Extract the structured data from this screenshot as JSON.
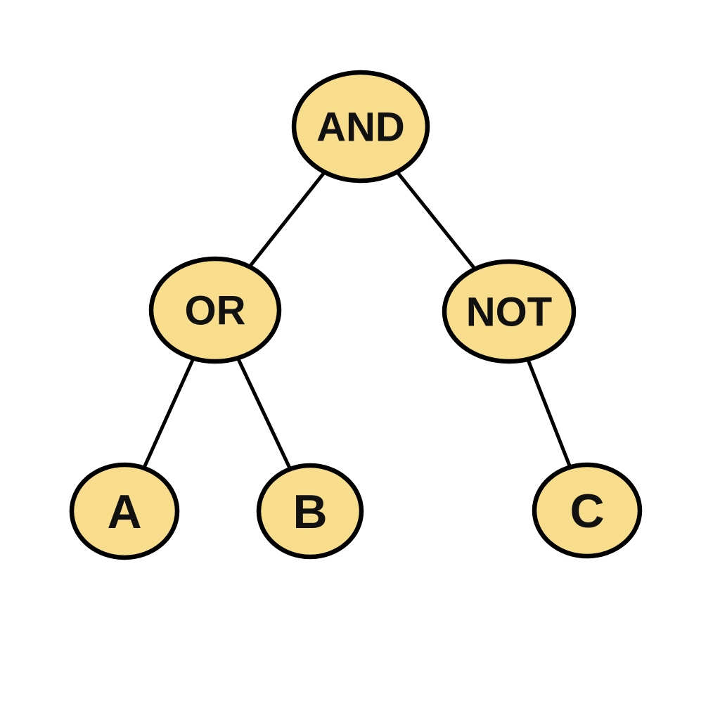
{
  "diagram": {
    "title": "logic-gate-expression-tree",
    "colors": {
      "node_fill": "#F8DE8C",
      "node_stroke": "#000000",
      "edge": "#000000",
      "background": "#ffffff",
      "label": "#111111"
    },
    "nodes": {
      "and": {
        "label": "AND",
        "type": "gate"
      },
      "or": {
        "label": "OR",
        "type": "gate"
      },
      "not": {
        "label": "NOT",
        "type": "gate"
      },
      "a": {
        "label": "A",
        "type": "leaf"
      },
      "b": {
        "label": "B",
        "type": "leaf"
      },
      "c": {
        "label": "C",
        "type": "leaf"
      }
    },
    "edges": [
      {
        "from": "AND",
        "to": "OR"
      },
      {
        "from": "AND",
        "to": "NOT"
      },
      {
        "from": "OR",
        "to": "A"
      },
      {
        "from": "OR",
        "to": "B"
      },
      {
        "from": "NOT",
        "to": "C"
      }
    ]
  }
}
